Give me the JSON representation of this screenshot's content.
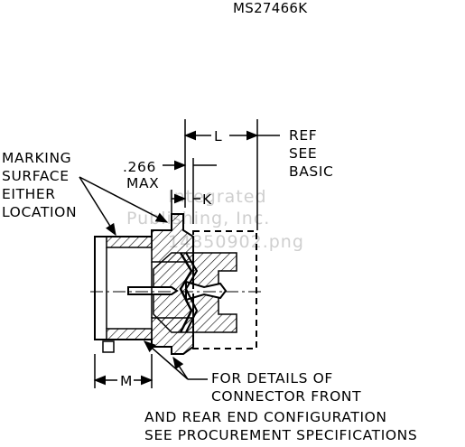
{
  "part_number": "MS27466K",
  "labels": {
    "marking_line1": "MARKING",
    "marking_line2": "SURFACE",
    "marking_line3": "EITHER",
    "marking_line4": "LOCATION",
    "dim_266": ".266",
    "max": "MAX",
    "dim_L": "L",
    "dim_K": "K",
    "dim_M": "M",
    "ref_line1": "REF",
    "ref_line2": "SEE",
    "ref_line3": "BASIC",
    "note_line1": "FOR DETAILS OF",
    "note_line2": "CONNECTOR FRONT",
    "note_line3": "AND REAR END CONFIGURATION",
    "note_line4": "SEE PROCUREMENT SPECIFICATIONS"
  },
  "watermark": {
    "line1": "Integrated",
    "line2": "Publishing, Inc.",
    "line3": "14850902.png"
  }
}
